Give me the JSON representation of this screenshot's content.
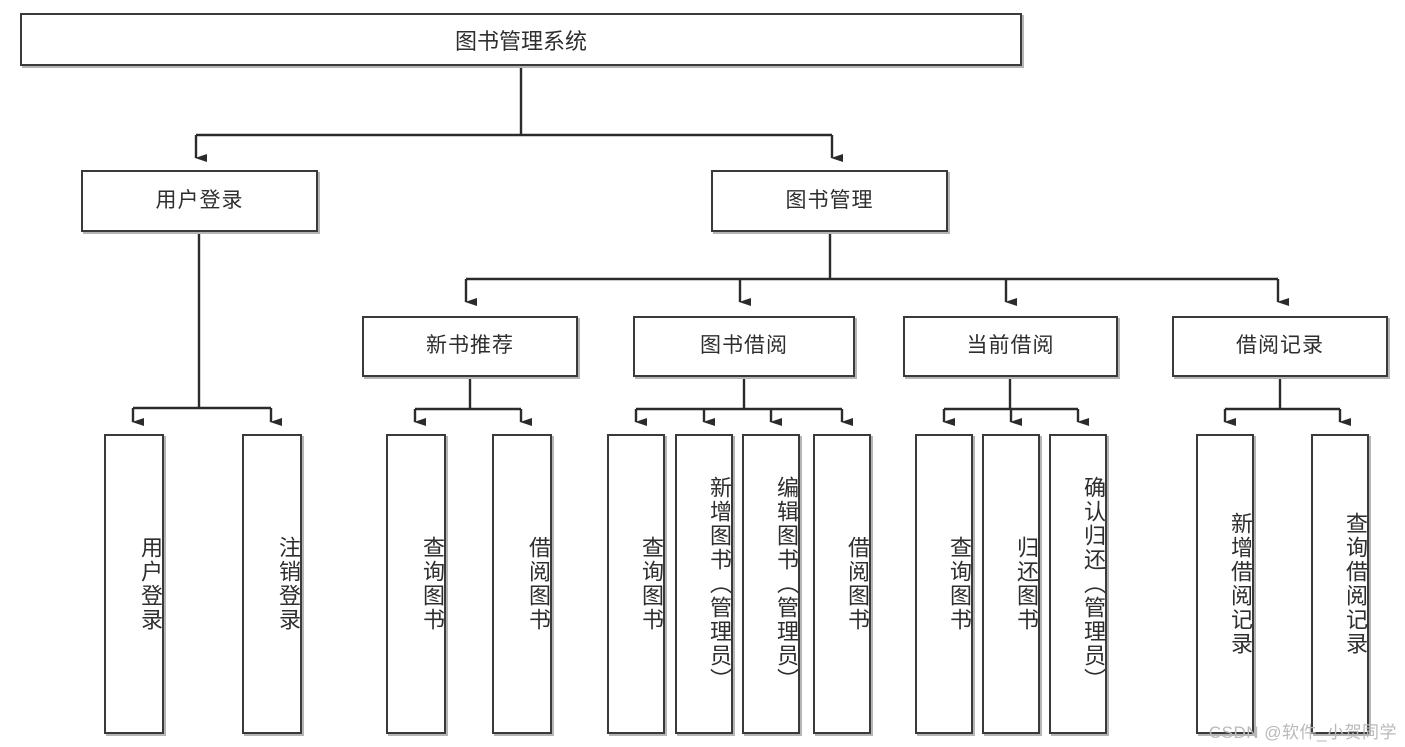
{
  "diagram": {
    "title": "图书管理系统",
    "type": "tree-hierarchy",
    "watermark": "CSDN @软件_小贺同学",
    "colors": {
      "border": "#3a3a3a",
      "text": "#2e2e2e",
      "background": "#ffffff",
      "connector": "#2b2b2b",
      "watermark": "#b9b9b9"
    }
  },
  "nodes": {
    "root": {
      "label": "图书管理系统"
    },
    "level2": [
      {
        "label": "用户登录"
      },
      {
        "label": "图书管理"
      }
    ],
    "level3": [
      {
        "label": "新书推荐"
      },
      {
        "label": "图书借阅"
      },
      {
        "label": "当前借阅"
      },
      {
        "label": "借阅记录"
      }
    ],
    "leaves": {
      "user_login": [
        {
          "label": "用户登录"
        },
        {
          "label": "注销登录"
        }
      ],
      "new_book": [
        {
          "label": "查询图书"
        },
        {
          "label": "借阅图书"
        }
      ],
      "book_borrow": [
        {
          "label": "查询图书"
        },
        {
          "label": "新增图书（管理员）"
        },
        {
          "label": "编辑图书（管理员）"
        },
        {
          "label": "借阅图书"
        }
      ],
      "current_borrow": [
        {
          "label": "查询图书"
        },
        {
          "label": "归还图书"
        },
        {
          "label": "确认归还（管理员）"
        }
      ],
      "borrow_record": [
        {
          "label": "新增借阅记录"
        },
        {
          "label": "查询借阅记录"
        }
      ]
    }
  }
}
